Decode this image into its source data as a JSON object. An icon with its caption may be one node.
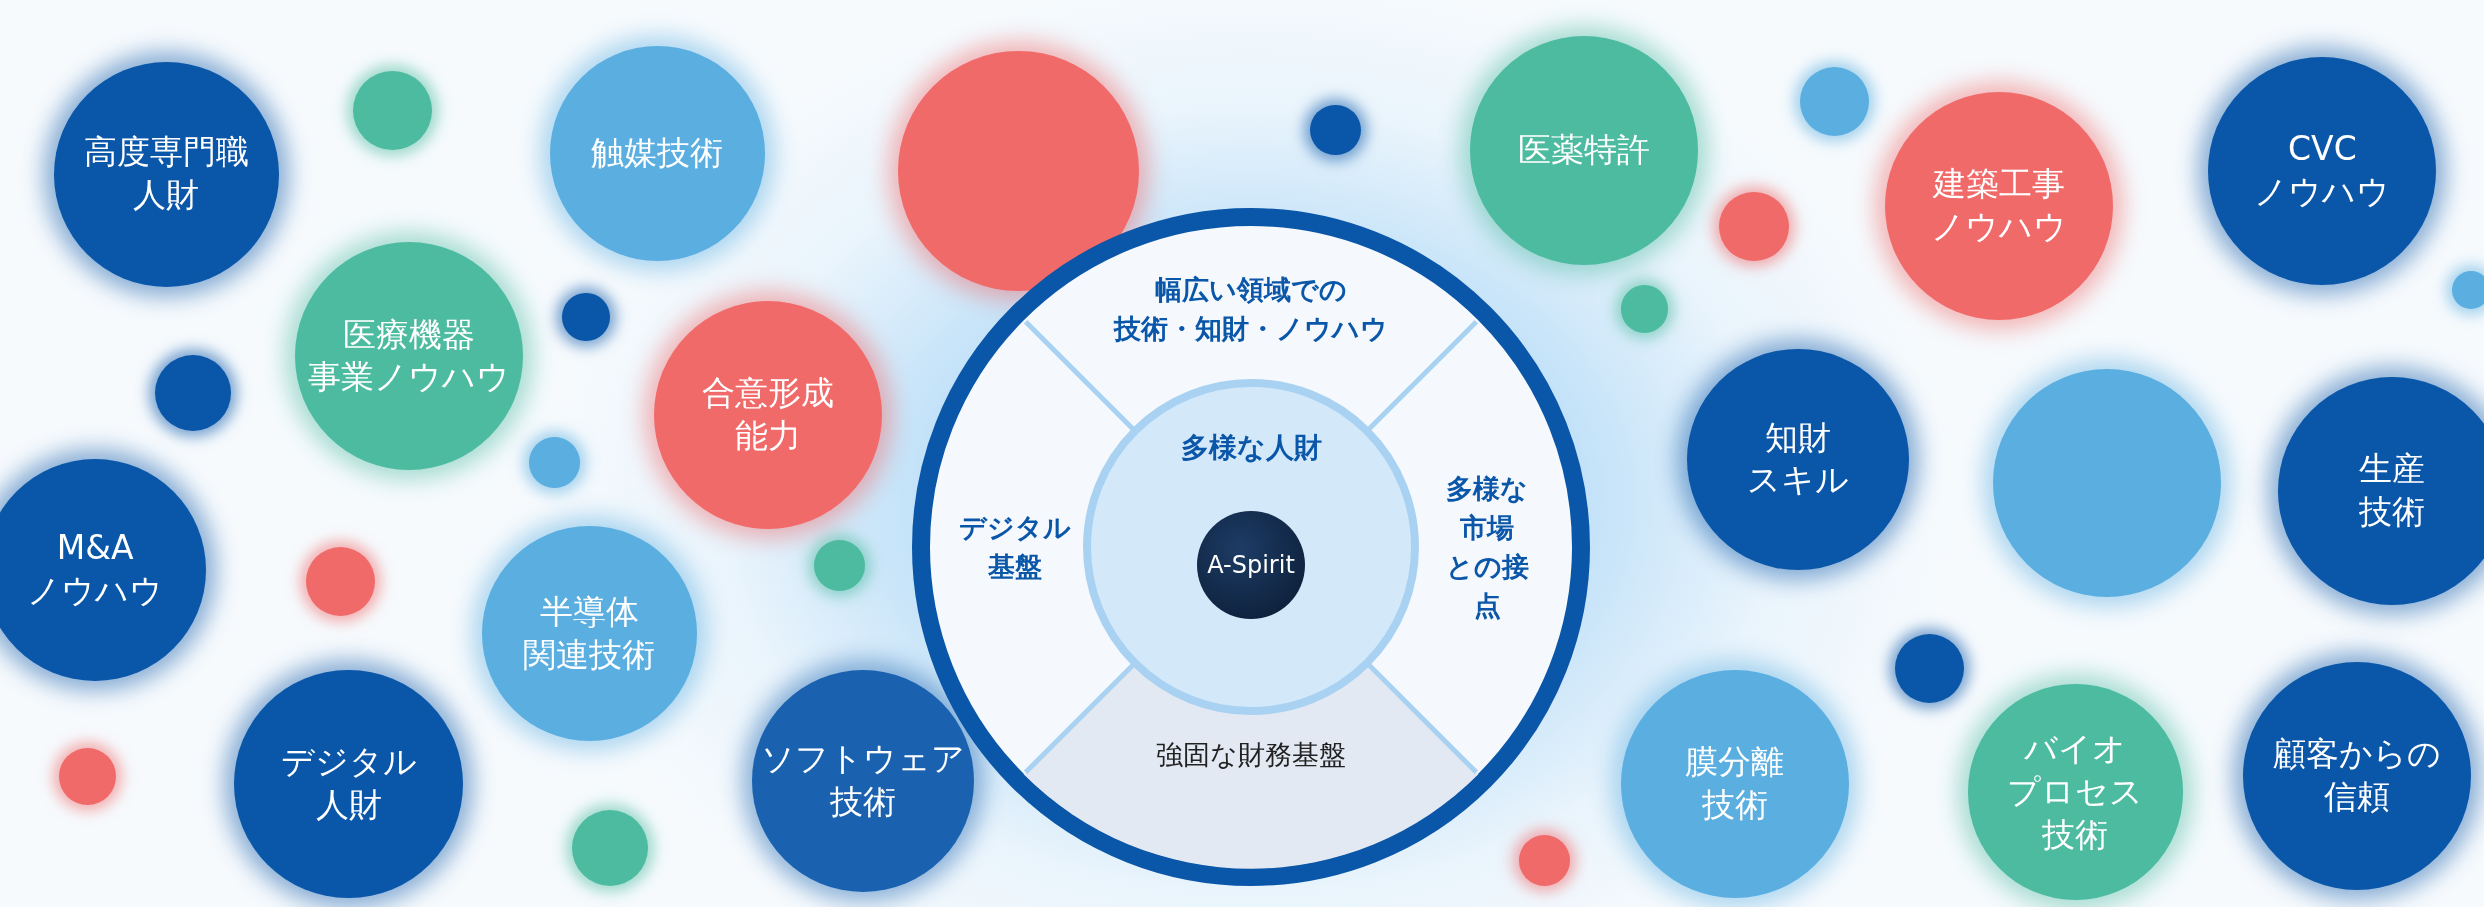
{
  "diagram": {
    "nodes": [
      {
        "text": [],
        "shape": "circle"
      },
      {
        "text": [
          "幅広い領域での技術・知財・ノウハウ"
        ],
        "in": 0
      },
      {
        "text": [
          "デジタル基盤"
        ],
        "in": 0
      },
      {
        "text": [
          "多様な市場との接点"
        ],
        "in": 0
      },
      {
        "text": [
          "強固な財務基盤"
        ],
        "in": 0
      },
      {
        "text": [
          "多様な人財"
        ],
        "in": 0
      },
      {
        "text": [
          "A-Spirit"
        ],
        "in": 5
      },
      {
        "text": [
          "高度専門職人財"
        ]
      },
      {
        "text": [
          "触媒技術"
        ]
      },
      {
        "text": [],
        "shape": "circle"
      },
      {
        "text": [
          "医療機器事業ノウハウ"
        ]
      },
      {
        "text": [
          "合意形成能力"
        ]
      },
      {
        "text": [
          "M&A ノウハウ"
        ]
      },
      {
        "text": [
          "半導体関連技術"
        ]
      },
      {
        "text": [
          "デジタル人財"
        ]
      },
      {
        "text": [
          "ソフトウェア技術"
        ]
      },
      {
        "text": [
          "医薬特許"
        ]
      },
      {
        "text": [
          "建築工事ノウハウ"
        ]
      },
      {
        "text": [
          "CVC ノウハウ"
        ]
      },
      {
        "text": [
          "知財スキル"
        ]
      },
      {
        "text": [],
        "shape": "circle"
      },
      {
        "text": [
          "生産技術"
        ]
      },
      {
        "text": [
          "膜分離技術"
        ]
      },
      {
        "text": [
          "バイオプロセス技術"
        ]
      },
      {
        "text": [
          "顧客からの信頼"
        ]
      }
    ],
    "edges": []
  }
}
